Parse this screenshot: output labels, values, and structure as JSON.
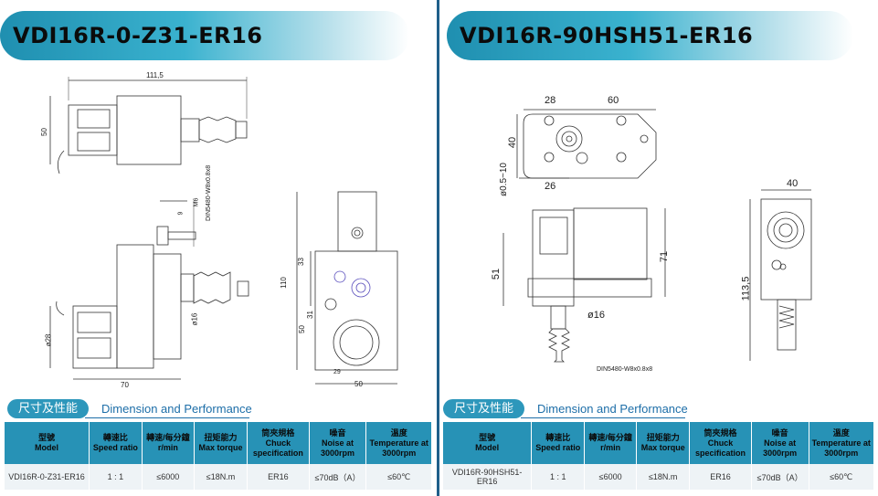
{
  "left": {
    "title": "VDI16R-0-Z31-ER16",
    "section": {
      "badge": "尺寸及性能",
      "english": "Dimension and Performance"
    },
    "dims": {
      "top_width": "111,5",
      "height_50": "50",
      "m6": "M6",
      "phi9": "9",
      "din": "DIN5480-W8x0.8x8",
      "d16": "ø16",
      "d28": "ø28",
      "w70": "70",
      "h110": "110",
      "h33": "33",
      "h31": "31",
      "h50b": "50",
      "w50": "50",
      "w29": "29"
    },
    "table": {
      "headers": [
        {
          "cn": "型號",
          "en": "Model"
        },
        {
          "cn": "轉速比",
          "en": "Speed ratio"
        },
        {
          "cn": "轉速/每分鐘",
          "en": "r/min"
        },
        {
          "cn": "扭矩能力",
          "en": "Max torque"
        },
        {
          "cn": "筒夾規格",
          "en": "Chuck specification"
        },
        {
          "cn": "噪音",
          "en": "Noise at 3000rpm"
        },
        {
          "cn": "溫度",
          "en": "Temperature at 3000rpm"
        }
      ],
      "row": [
        "VDI16R-0-Z31-ER16",
        "1 : 1",
        "≤6000",
        "≤18N.m",
        "ER16",
        "≤70dB（A）",
        "≤60℃"
      ]
    }
  },
  "right": {
    "title": "VDI16R-90HSH51-ER16",
    "section": {
      "badge": "尺寸及性能",
      "english": "Dimension and Performance"
    },
    "dims": {
      "w28": "28",
      "w60": "60",
      "h40": "40",
      "w26": "26",
      "phi_range": "ø0.5~10",
      "h51": "51",
      "h71": "71",
      "d16": "ø16",
      "din": "DIN5480-W8x0.8x8",
      "w40": "40",
      "h113": "113,5"
    },
    "table": {
      "headers": [
        {
          "cn": "型號",
          "en": "Model"
        },
        {
          "cn": "轉速比",
          "en": "Speed ratio"
        },
        {
          "cn": "轉速/每分鐘",
          "en": "r/min"
        },
        {
          "cn": "扭矩能力",
          "en": "Max torque"
        },
        {
          "cn": "筒夾規格",
          "en": "Chuck specification"
        },
        {
          "cn": "噪音",
          "en": "Noise at 3000rpm"
        },
        {
          "cn": "溫度",
          "en": "Temperature at 3000rpm"
        }
      ],
      "row": [
        "VDI16R-90HSH51-ER16",
        "1 : 1",
        "≤6000",
        "≤18N.m",
        "ER16",
        "≤70dB（A）",
        "≤60℃"
      ]
    }
  },
  "colors": {
    "accent": "#2792b6",
    "divider": "#1f5f8a",
    "link": "#1d6ea8"
  }
}
